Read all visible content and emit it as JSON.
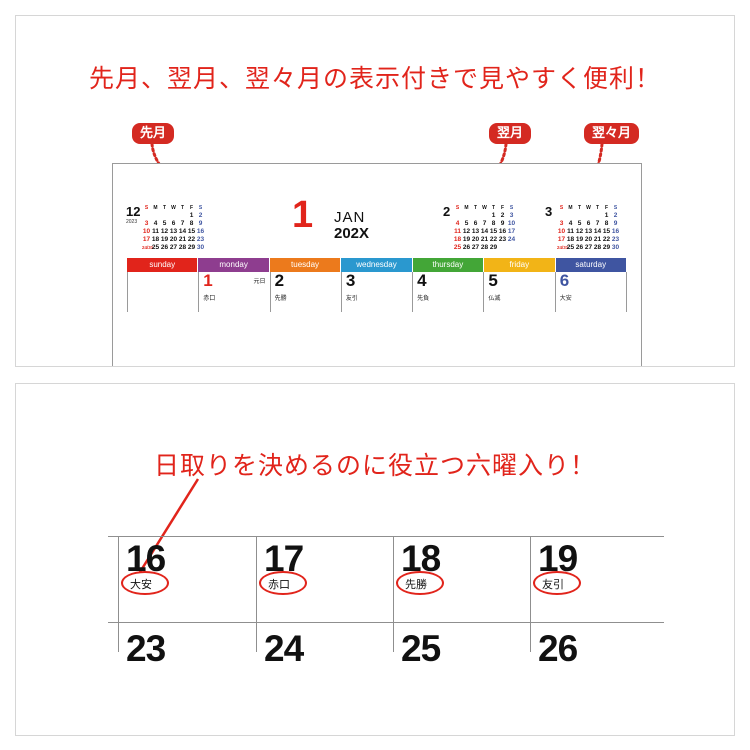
{
  "panel_top": {
    "headline": "先月、翌月、翌々月の表示付きで見やすく便利！",
    "tags": {
      "prev": "先月",
      "next": "翌月",
      "next2": "翌々月"
    }
  },
  "calendar": {
    "big_month": "1",
    "eng_month": "JAN",
    "year_label": "202X",
    "mini_prev": {
      "month": "12",
      "year": "2023",
      "week_header": [
        "S",
        "M",
        "T",
        "W",
        "T",
        "F",
        "S"
      ],
      "rows": [
        [
          "",
          "",
          "",
          "",
          "",
          "1",
          "2"
        ],
        [
          "3",
          "4",
          "5",
          "6",
          "7",
          "8",
          "9"
        ],
        [
          "10",
          "11",
          "12",
          "13",
          "14",
          "15",
          "16"
        ],
        [
          "17",
          "18",
          "19",
          "20",
          "21",
          "22",
          "23"
        ],
        [
          "24/31",
          "25",
          "26",
          "27",
          "28",
          "29",
          "30"
        ]
      ]
    },
    "mini_next": {
      "month": "2",
      "week_header": [
        "S",
        "M",
        "T",
        "W",
        "T",
        "F",
        "S"
      ],
      "rows": [
        [
          "",
          "",
          "",
          "",
          "1",
          "2",
          "3"
        ],
        [
          "4",
          "5",
          "6",
          "7",
          "8",
          "9",
          "10"
        ],
        [
          "11",
          "12",
          "13",
          "14",
          "15",
          "16",
          "17"
        ],
        [
          "18",
          "19",
          "20",
          "21",
          "22",
          "23",
          "24"
        ],
        [
          "25",
          "26",
          "27",
          "28",
          "29",
          "",
          ""
        ]
      ]
    },
    "mini_next2": {
      "month": "3",
      "week_header": [
        "S",
        "M",
        "T",
        "W",
        "T",
        "F",
        "S"
      ],
      "rows": [
        [
          "",
          "",
          "",
          "",
          "",
          "1",
          "2"
        ],
        [
          "3",
          "4",
          "5",
          "6",
          "7",
          "8",
          "9"
        ],
        [
          "10",
          "11",
          "12",
          "13",
          "14",
          "15",
          "16"
        ],
        [
          "17",
          "18",
          "19",
          "20",
          "21",
          "22",
          "23"
        ],
        [
          "24/31",
          "25",
          "26",
          "27",
          "28",
          "29",
          "30"
        ]
      ]
    },
    "days": [
      {
        "name": "sunday",
        "color": "#e1241b"
      },
      {
        "name": "monday",
        "color": "#8e3d8f"
      },
      {
        "name": "tuesday",
        "color": "#ec7a1c"
      },
      {
        "name": "wednesday",
        "color": "#2a98cf"
      },
      {
        "name": "thursday",
        "color": "#43a637"
      },
      {
        "name": "friday",
        "color": "#f2b417"
      },
      {
        "name": "saturday",
        "color": "#3f55a1"
      }
    ],
    "first_week": [
      {
        "num": "",
        "rokuyo": "",
        "holiday": ""
      },
      {
        "num": "1",
        "rokuyo": "赤口",
        "holiday": "元日",
        "color": "#e1241b"
      },
      {
        "num": "2",
        "rokuyo": "先勝",
        "holiday": ""
      },
      {
        "num": "3",
        "rokuyo": "友引",
        "holiday": ""
      },
      {
        "num": "4",
        "rokuyo": "先負",
        "holiday": ""
      },
      {
        "num": "5",
        "rokuyo": "仏滅",
        "holiday": ""
      },
      {
        "num": "6",
        "rokuyo": "大安",
        "holiday": "",
        "color": "#3f55a1"
      }
    ]
  },
  "panel_bottom": {
    "headline": "日取りを決めるのに役立つ六曜入り！",
    "row1": [
      {
        "num": "16",
        "rokuyo": "大安"
      },
      {
        "num": "17",
        "rokuyo": "赤口"
      },
      {
        "num": "18",
        "rokuyo": "先勝"
      },
      {
        "num": "19",
        "rokuyo": "友引"
      }
    ],
    "row2": [
      "23",
      "24",
      "25",
      "26"
    ]
  },
  "colors": {
    "accent": "#e1241b",
    "tag": "#d42a22",
    "saturday": "#3f55a1"
  }
}
